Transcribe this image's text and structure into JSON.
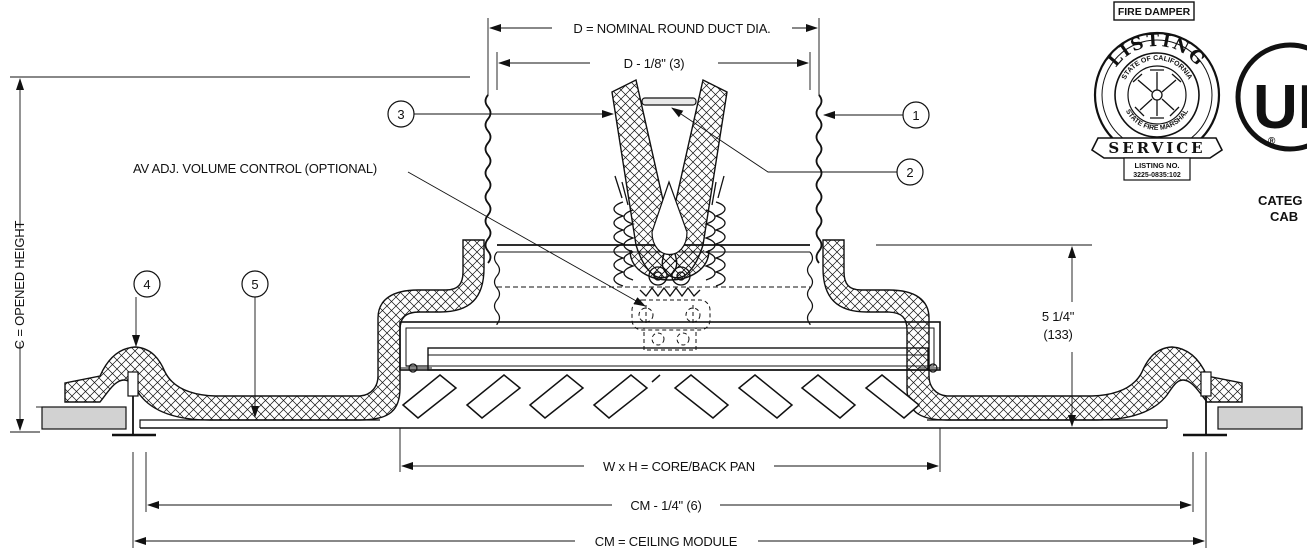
{
  "dimensions": {
    "nominal_duct": "D = NOMINAL ROUND DUCT DIA.",
    "duct_minus": "D - 1/8\" (3)",
    "opened_height": "C = OPENED HEIGHT",
    "height_in": "5 1/4\"",
    "height_mm": "(133)",
    "core_back_pan": "W x H = CORE/BACK PAN",
    "cm_minus": "CM - 1/4\" (6)",
    "ceiling_module": "CM = CEILING MODULE"
  },
  "annotations": {
    "volume_control": "AV ADJ. VOLUME CONTROL (OPTIONAL)"
  },
  "callouts": [
    "1",
    "2",
    "3",
    "4",
    "5"
  ],
  "seal": {
    "top_banner": "FIRE DAMPER",
    "arc_top": "LISTING",
    "arc_bottom": "SERVICE",
    "inner_top": "STATE OF CALIFORNIA",
    "inner_bottom": "STATE FIRE MARSHAL",
    "listing_label": "LISTING NO.",
    "listing_number": "3225-0835:102"
  },
  "ul_mark": {
    "letters": "UL",
    "registered": "®",
    "caption_line1": "CATEG",
    "caption_line2": "CAB"
  },
  "colors": {
    "line": "#111111",
    "ceiling_tile": "#d2d2d2",
    "background": "#ffffff"
  }
}
